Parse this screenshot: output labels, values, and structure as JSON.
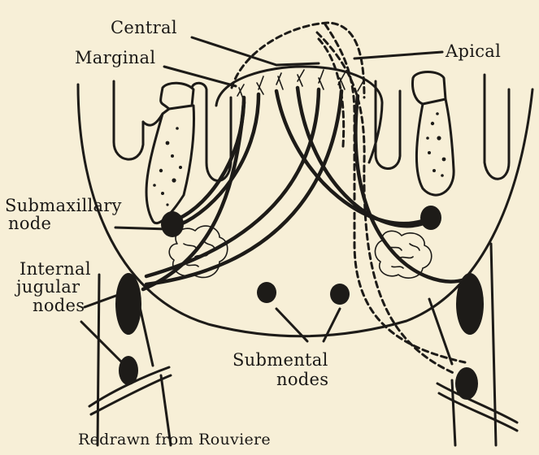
{
  "labels": {
    "central": "Central",
    "marginal": "Marginal",
    "apical": "Apical",
    "submaxillary": "Submaxillary",
    "submaxillary_2": "node",
    "internal_jugular_1": "Internal",
    "internal_jugular_2": "jugular",
    "internal_jugular_3": "nodes",
    "submental_1": "Submental",
    "submental_2": "nodes",
    "credit": "Redrawn from Rouviere"
  },
  "colors": {
    "paper": "#f7efd7",
    "ink": "#1d1b18"
  }
}
